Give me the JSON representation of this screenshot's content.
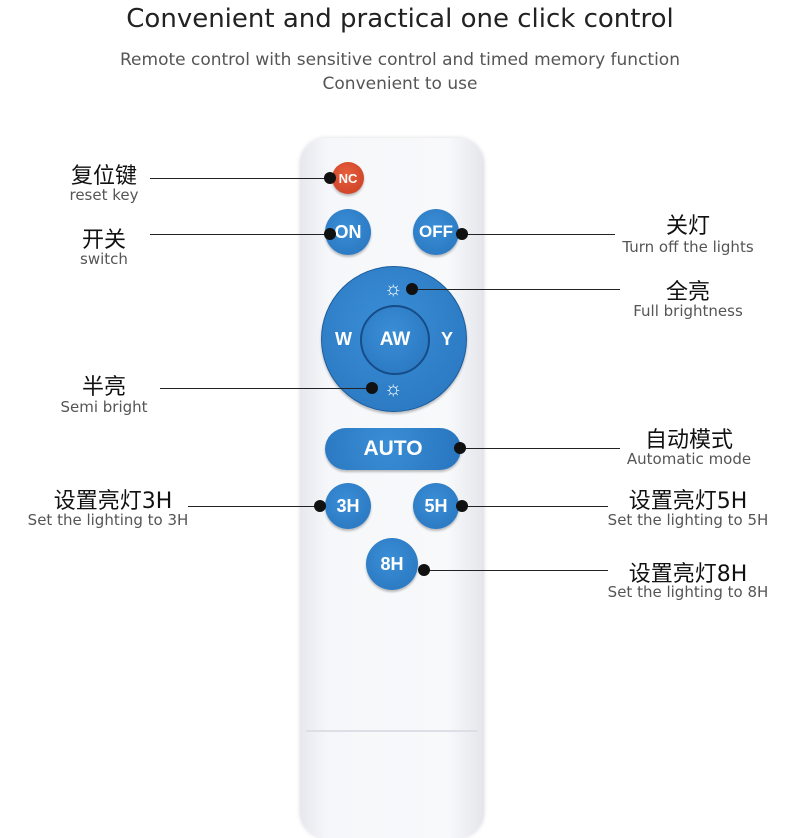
{
  "header": {
    "title": "Convenient and practical one click control",
    "subtitle_1": "Remote control with sensitive control and timed memory function",
    "subtitle_2": "Convenient to use"
  },
  "buttons": {
    "nc": "NC",
    "on": "ON",
    "off": "OFF",
    "w": "W",
    "aw": "AW",
    "y": "Y",
    "auto": "AUTO",
    "h3": "3H",
    "h5": "5H",
    "h8": "8H"
  },
  "labels": [
    {
      "zh": "复位键",
      "en": "reset key"
    },
    {
      "zh": "开关",
      "en": "switch"
    },
    {
      "zh": "关灯",
      "en": "Turn off the lights"
    },
    {
      "zh": "全亮",
      "en": "Full brightness"
    },
    {
      "zh": "半亮",
      "en": "Semi bright"
    },
    {
      "zh": "自动模式",
      "en": "Automatic mode"
    },
    {
      "zh": "设置亮灯3H",
      "en": "Set the lighting to 3H"
    },
    {
      "zh": "设置亮灯5H",
      "en": "Set the lighting to 5H"
    },
    {
      "zh": "设置亮灯8H",
      "en": "Set the lighting to 8H"
    }
  ],
  "colors": {
    "button_blue": "#2e7fc8",
    "reset_red": "#d84a2c"
  }
}
